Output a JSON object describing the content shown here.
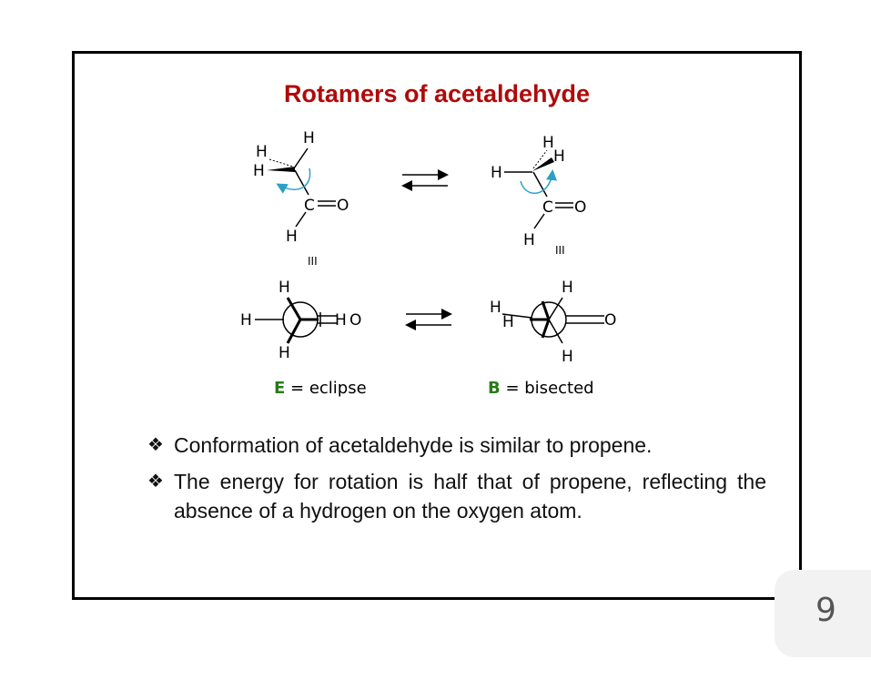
{
  "slide": {
    "title": "Rotamers of acetaldehyde",
    "page_number": "9"
  },
  "figure": {
    "atom_H": "H",
    "atom_C": "C",
    "atom_O": "O",
    "roman_marker": "III",
    "label_e_letter": "E",
    "label_e_text": " = eclipse",
    "label_b_letter": "B",
    "label_b_text": " = bisected",
    "letter_color": "#2a7a1a",
    "arrow_color": "#2aa0c8"
  },
  "bullets": [
    {
      "marker": "❖",
      "text": "Conformation of acetaldehyde is similar to propene."
    },
    {
      "marker": "❖",
      "text": "The energy for rotation is half that of propene, reflecting the absence of a hydrogen on the oxygen atom."
    }
  ]
}
